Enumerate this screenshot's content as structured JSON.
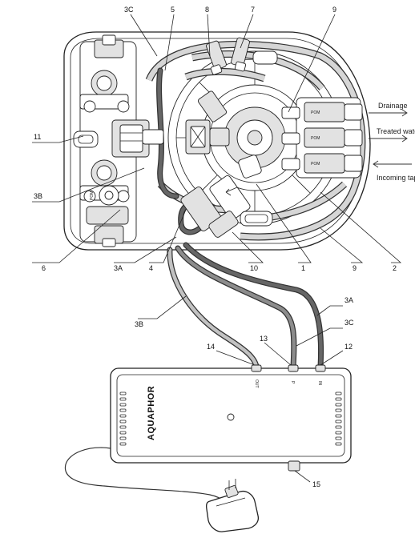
{
  "callouts": {
    "c3c_top": "3C",
    "c5": "5",
    "c8": "8",
    "c7": "7",
    "c9_top": "9",
    "c11": "11",
    "c3b_left": "3B",
    "c6": "6",
    "c3a_mid": "3A",
    "c4": "4",
    "c10": "10",
    "c1": "1",
    "c9_bottom": "9",
    "c2": "2",
    "c3b_lower": "3B",
    "c3a_right": "3A",
    "c3c_right": "3C",
    "c14": "14",
    "c13": "13",
    "c12": "12",
    "c15": "15"
  },
  "flows": {
    "drainage": "Drainage",
    "treated_water": "Treated wate",
    "incoming_tap": "Incoming tap"
  },
  "unit_ports": {
    "out": "OUT",
    "p": "P",
    "in": "IN"
  },
  "brand": "AQUAPHOR",
  "component_marks": {
    "pom_left": "POM",
    "pom_valve_top": "POM",
    "pom_valve_mid": "POM",
    "pom_valve_bottom": "POM"
  }
}
